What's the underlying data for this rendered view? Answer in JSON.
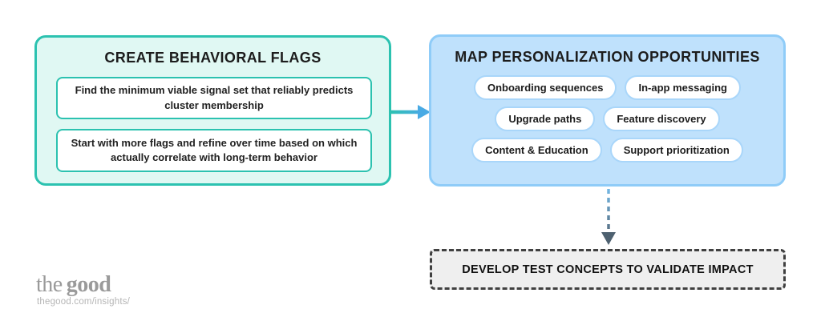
{
  "page": {
    "background": "#ffffff"
  },
  "colors": {
    "teal_border": "#2cc2b0",
    "mint_fill": "#e0f8f3",
    "blue_border": "#8fccf8",
    "blue_fill": "#bfe1fc",
    "pill_border": "#a9d6fa",
    "arrow_blue": "#49aae4",
    "arrow_slate": "#4e6170",
    "dashed_border": "#404040",
    "gray_fill": "#efefef",
    "text_dark": "#1c1c1c",
    "logo_gray": "#9a9a9a",
    "url_gray": "#b5b5b5"
  },
  "left_box": {
    "title": "CREATE BEHAVIORAL FLAGS",
    "items": [
      "Find the minimum viable signal set that reliably predicts cluster membership",
      "Start with more flags and refine over time based on which actually correlate with long-term behavior"
    ]
  },
  "right_box": {
    "title": "MAP PERSONALIZATION OPPORTUNITIES",
    "pills": [
      "Onboarding sequences",
      "In-app messaging",
      "Upgrade paths",
      "Feature discovery",
      "Content & Education",
      "Support prioritization"
    ]
  },
  "bottom_box": {
    "label": "DEVELOP TEST CONCEPTS TO VALIDATE IMPACT"
  },
  "footer": {
    "logo_the": "the",
    "logo_good": "good",
    "url": "thegood.com/insights/"
  }
}
